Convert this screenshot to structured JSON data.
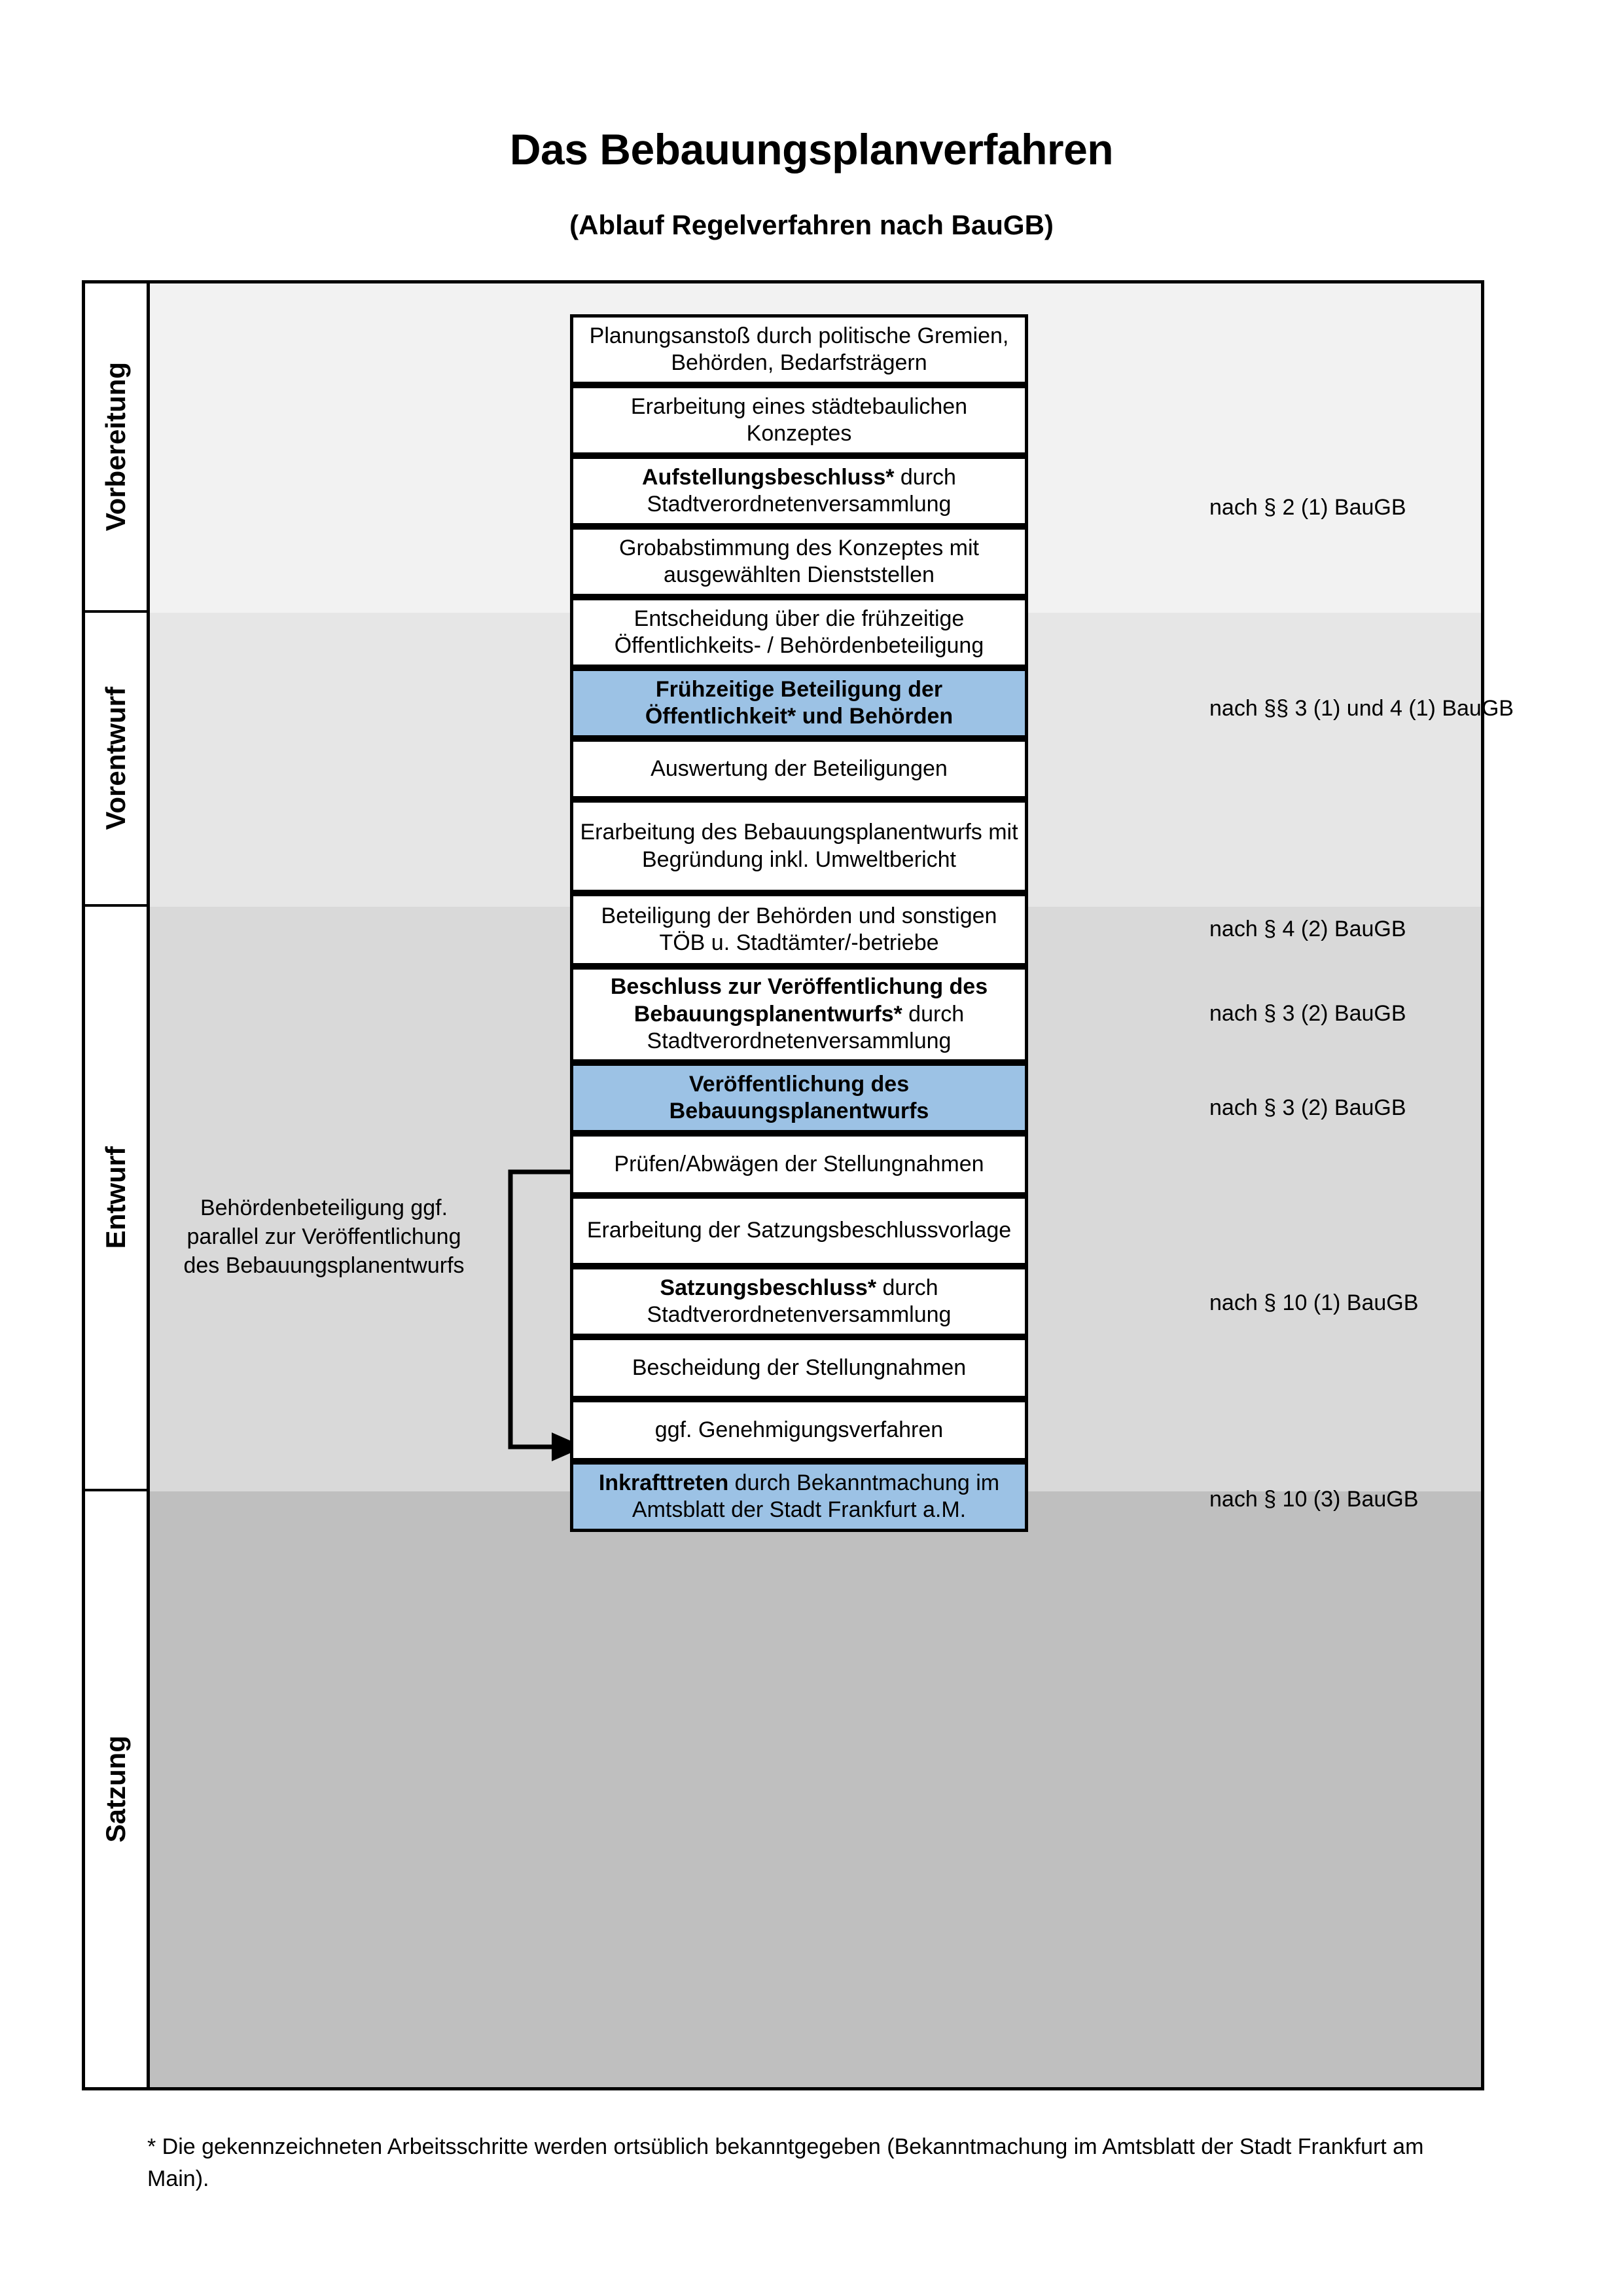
{
  "header": {
    "title": "Das Bebauungsplanverfahren",
    "subtitle": "(Ablauf Regelverfahren nach BauGB)"
  },
  "phases": [
    {
      "label": "Vorbereitung"
    },
    {
      "label": "Vorentwurf"
    },
    {
      "label": "Entwurf"
    },
    {
      "label": "Satzung"
    }
  ],
  "nodes": [
    {
      "id": "planungsanstoss",
      "text": "Planungsanstoß durch politische Gremien, Behörden, Bedarfsträgern",
      "style": "plain"
    },
    {
      "id": "staedtebauliches-konzept",
      "text": "Erarbeitung eines städtebaulichen Konzeptes",
      "style": "plain"
    },
    {
      "id": "aufstellungsbeschluss",
      "bold_prefix": "Aufstellungsbeschluss*",
      "text": " durch Stadtverordnetenversammlung",
      "style": "bold-prefix"
    },
    {
      "id": "grobabstimmung",
      "text": "Grobabstimmung des Konzeptes mit ausgewählten Dienststellen",
      "style": "plain"
    },
    {
      "id": "entscheidung-fruehzeitige",
      "text": "Entscheidung über die frühzeitige Öffentlichkeits- / Behördenbeteiligung",
      "style": "plain"
    },
    {
      "id": "fruehzeitige-beteiligung",
      "text": "Frühzeitige Beteiligung der Öffentlichkeit* und Behörden",
      "style": "blue-bold"
    },
    {
      "id": "auswertung-beteiligungen",
      "text": "Auswertung der Beteiligungen",
      "style": "plain"
    },
    {
      "id": "erarbeitung-entwurf",
      "text": "Erarbeitung des Bebauungsplanentwurfs mit Begründung inkl. Umweltbericht",
      "style": "plain"
    },
    {
      "id": "beteiligung-behoerden",
      "text": "Beteiligung der Behörden und sonstigen TÖB u. Stadtämter/-betriebe",
      "style": "plain"
    },
    {
      "id": "beschluss-veroeffentlichung",
      "bold_prefix": "Beschluss zur Veröffentlichung des Bebauungsplanentwurfs*",
      "text": " durch Stadtverordnetenversammlung",
      "style": "bold-prefix"
    },
    {
      "id": "veroeffentlichung",
      "text": "Veröffentlichung des Bebauungsplanentwurfs",
      "style": "blue-bold"
    },
    {
      "id": "pruefen-abwaegen",
      "text": "Prüfen/Abwägen der Stellungnahmen",
      "style": "plain"
    },
    {
      "id": "erarbeitung-satzungsvorlage",
      "text": "Erarbeitung der Satzungsbeschlussvorlage",
      "style": "plain"
    },
    {
      "id": "satzungsbeschluss",
      "bold_prefix": "Satzungsbeschluss*",
      "text": " durch Stadtverordnetenversammlung",
      "style": "bold-prefix"
    },
    {
      "id": "bescheidung",
      "text": "Bescheidung der Stellungnahmen",
      "style": "plain"
    },
    {
      "id": "genehmigungsverfahren",
      "text": "ggf. Genehmigungsverfahren",
      "style": "plain"
    },
    {
      "id": "inkrafttreten",
      "bold_prefix": "Inkrafttreten",
      "text": " durch Bekanntmachung im Amtsblatt der Stadt Frankfurt a.M.",
      "style": "blue-bold-prefix"
    }
  ],
  "legal_refs": [
    {
      "id": "ref-2-1",
      "text": "nach § 2 (1) BauGB"
    },
    {
      "id": "ref-3-1-4-1",
      "text": "nach §§ 3 (1) und 4 (1) BauGB"
    },
    {
      "id": "ref-4-2",
      "text": "nach § 4 (2) BauGB"
    },
    {
      "id": "ref-3-2-a",
      "text": "nach § 3 (2) BauGB"
    },
    {
      "id": "ref-3-2-b",
      "text": "nach § 3 (2) BauGB"
    },
    {
      "id": "ref-10-1",
      "text": "nach § 10 (1) BauGB"
    },
    {
      "id": "ref-10-3",
      "text": "nach § 10 (3) BauGB"
    }
  ],
  "sidenote": {
    "text": "Behördenbeteiligung ggf. parallel zur Veröffentlichung des Bebauungsplanentwurfs"
  },
  "footnote": {
    "text": "* Die gekennzeichneten Arbeitsschritte werden ortsüblich bekanntgegeben (Bekanntmachung im Amtsblatt  der Stadt Frankfurt am Main)."
  },
  "colors": {
    "highlight_blue": "#9cc2e5",
    "band_vorbereitung": "#f2f2f2",
    "band_vorentwurf": "#e6e6e6",
    "band_entwurf": "#d9d9d9",
    "band_satzung": "#bfbfbf",
    "line": "#000000"
  }
}
